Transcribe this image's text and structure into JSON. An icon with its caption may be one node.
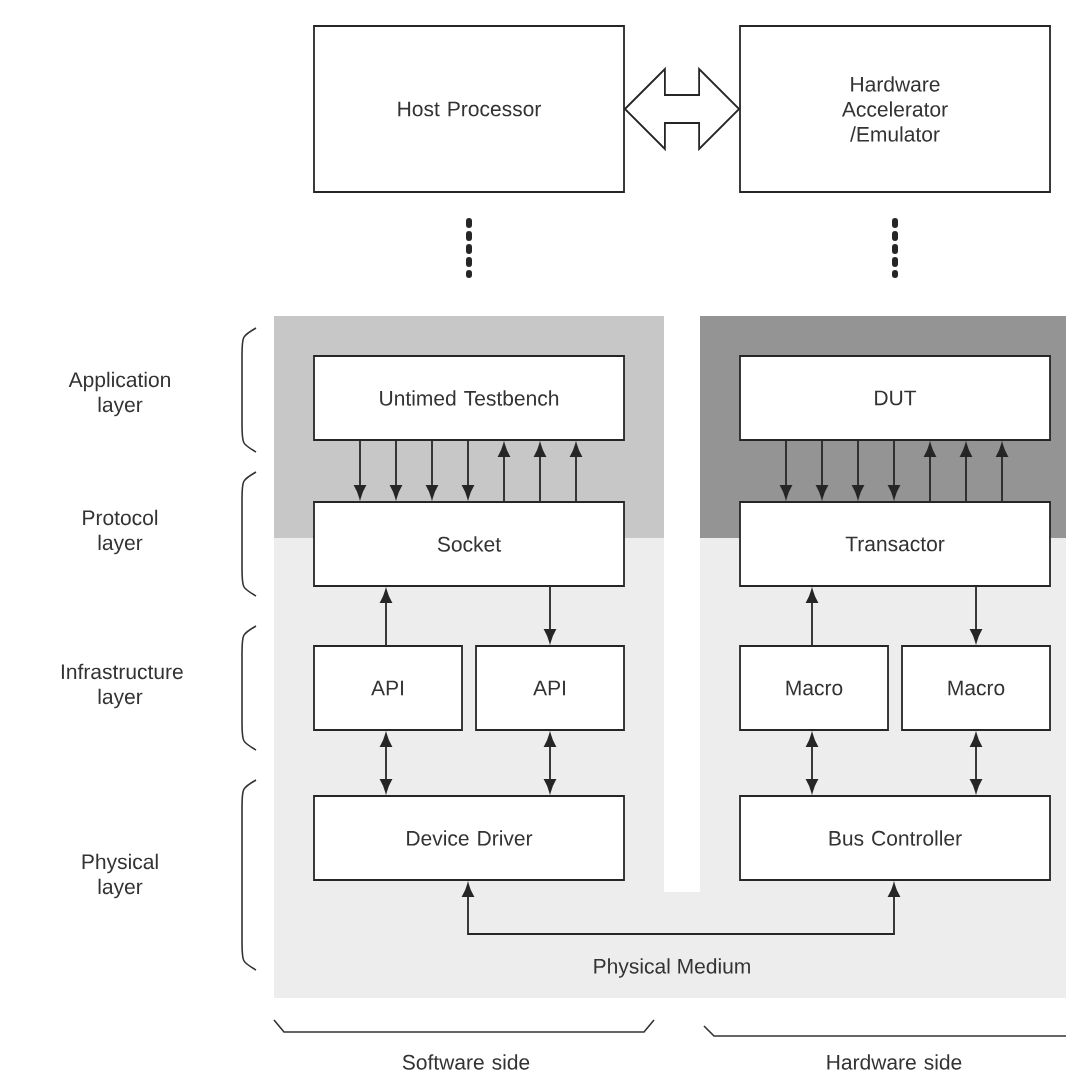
{
  "diagram": {
    "nodes": [
      {
        "text": [
          "Host Processor"
        ]
      },
      {
        "text": [
          "Hardware Accelerator /Emulator"
        ]
      },
      {
        "text": [
          "Untimed Testbench"
        ]
      },
      {
        "text": [
          "DUT"
        ]
      },
      {
        "text": [
          "Socket"
        ]
      },
      {
        "text": [
          "Transactor"
        ]
      },
      {
        "text": [
          "API"
        ]
      },
      {
        "text": [
          "API"
        ]
      },
      {
        "text": [
          "Macro"
        ]
      },
      {
        "text": [
          "Macro"
        ]
      },
      {
        "text": [
          "Device Driver"
        ]
      },
      {
        "text": [
          "Bus Controller"
        ]
      }
    ],
    "edges": [
      {
        "from": 0,
        "to": 1,
        "arrow": "both"
      },
      {
        "from": 0,
        "to": 2,
        "arrow": "none",
        "style": "dashed"
      },
      {
        "from": 1,
        "to": 3,
        "arrow": "none",
        "style": "dashed"
      },
      {
        "from": 2,
        "to": 4,
        "arrow": "to"
      },
      {
        "from": 2,
        "to": 4,
        "arrow": "to"
      },
      {
        "from": 2,
        "to": 4,
        "arrow": "to"
      },
      {
        "from": 2,
        "to": 4,
        "arrow": "to"
      },
      {
        "from": 4,
        "to": 2,
        "arrow": "to"
      },
      {
        "from": 4,
        "to": 2,
        "arrow": "to"
      },
      {
        "from": 4,
        "to": 2,
        "arrow": "to"
      },
      {
        "from": 3,
        "to": 5,
        "arrow": "to"
      },
      {
        "from": 3,
        "to": 5,
        "arrow": "to"
      },
      {
        "from": 3,
        "to": 5,
        "arrow": "to"
      },
      {
        "from": 3,
        "to": 5,
        "arrow": "to"
      },
      {
        "from": 5,
        "to": 3,
        "arrow": "to"
      },
      {
        "from": 5,
        "to": 3,
        "arrow": "to"
      },
      {
        "from": 5,
        "to": 3,
        "arrow": "to"
      },
      {
        "from": 6,
        "to": 4,
        "arrow": "to"
      },
      {
        "from": 4,
        "to": 7,
        "arrow": "to"
      },
      {
        "from": 8,
        "to": 5,
        "arrow": "to"
      },
      {
        "from": 5,
        "to": 9,
        "arrow": "to"
      },
      {
        "from": 6,
        "to": 10,
        "arrow": "both"
      },
      {
        "from": 7,
        "to": 10,
        "arrow": "both"
      },
      {
        "from": 8,
        "to": 11,
        "arrow": "both"
      },
      {
        "from": 9,
        "to": 11,
        "arrow": "both"
      },
      {
        "from": 10,
        "to": 11,
        "arrow": "both",
        "label": "Physical Medium"
      }
    ],
    "labels": [
      "Application layer",
      "Protocol layer",
      "Infrastructure layer",
      "Physical layer",
      "Software side",
      "Hardware side"
    ]
  }
}
